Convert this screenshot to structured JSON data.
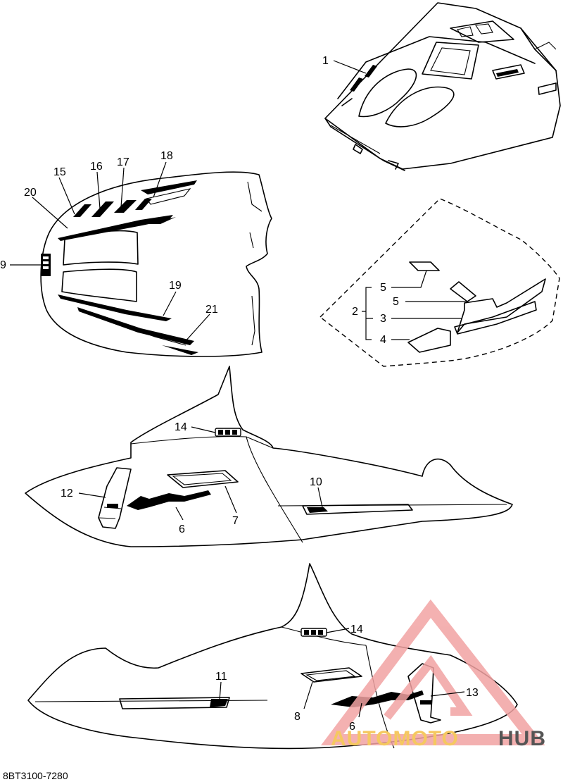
{
  "diagram_code": "8BT3100-7280",
  "watermark": {
    "left": "AUTOMOTO",
    "right": "HUB",
    "colors": {
      "logo": "#f2a3a3",
      "left": "#f5c860",
      "right": "#555555"
    }
  },
  "callouts": {
    "c1": "1",
    "c2": "2",
    "c3": "3",
    "c4": "4",
    "c5a": "5",
    "c5b": "5",
    "c6a": "6",
    "c6b": "6",
    "c7": "7",
    "c8": "8",
    "c9": "9",
    "c10": "10",
    "c11": "11",
    "c12": "12",
    "c13": "13",
    "c14a": "14",
    "c14b": "14",
    "c15": "15",
    "c16": "16",
    "c17": "17",
    "c18": "18",
    "c19": "19",
    "c20": "20",
    "c21": "21"
  }
}
